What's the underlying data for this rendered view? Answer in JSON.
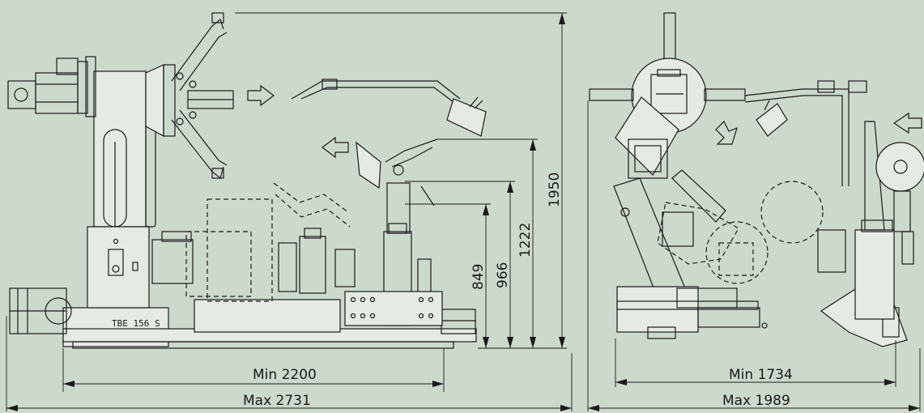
{
  "colors": {
    "background": "#cdd9cc",
    "line": "#1a1a1a",
    "fill": "#e4ebe2"
  },
  "side_view": {
    "model_label": "TBE 156 S",
    "dims": {
      "min_length": "Min  2200",
      "max_length": "Max  2731",
      "h_849": "849",
      "h_966": "966",
      "h_1222": "1222",
      "h_1950": "1950"
    }
  },
  "front_view": {
    "dims": {
      "min_width": "Min  1734",
      "max_width": "Max  1989"
    }
  }
}
